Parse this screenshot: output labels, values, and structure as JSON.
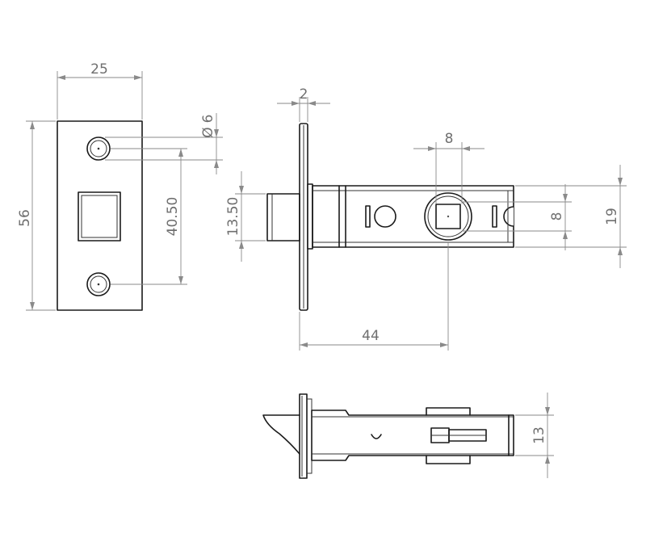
{
  "drawing": {
    "colors": {
      "line": "#1a1a1a",
      "dimension": "#8a8a8a",
      "dimension_text": "#6f6f6f",
      "background": "#ffffff"
    },
    "strike_plate": {
      "width": "25",
      "height": "56",
      "hole_diameter": "6",
      "hole_diameter_symbol": "Ø",
      "hole_spacing": "40.50"
    },
    "latch_side": {
      "forend_thickness": "2",
      "bolt_height": "13.50",
      "follower_width": "8",
      "follower_height": "8",
      "case_height": "19",
      "backset": "44"
    },
    "latch_top": {
      "case_thickness": "13"
    }
  }
}
